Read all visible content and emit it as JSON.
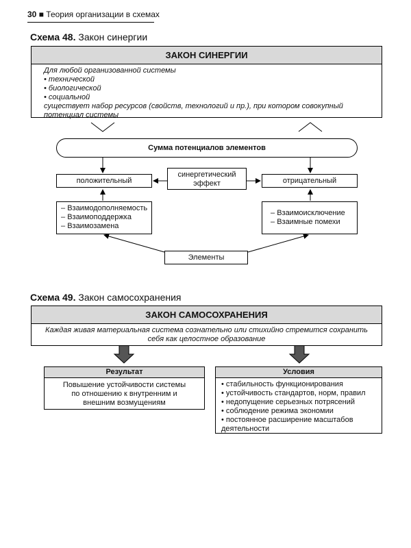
{
  "page_header": {
    "number": "30",
    "title": "Теория организации в схемах"
  },
  "scheme48": {
    "label": "Схема 48.",
    "title": "Закон синергии",
    "law_title": "ЗАКОН СИНЕРГИИ",
    "intro": "Для любой организованной системы",
    "system_types": [
      "технической",
      "биологической",
      "социальной"
    ],
    "conclusion": "существует набор ресурсов (свойств, технологий и пр.), при котором совокупный потенциал системы",
    "sum_label": "Сумма потенциалов элементов",
    "positive": "положительный",
    "negative": "отрицательный",
    "effect": "синергетический эффект",
    "positive_items": [
      "Взаимодополняемость",
      "Взаимоподдержка",
      "Взаимозамена"
    ],
    "negative_items": [
      "Взаимоисключение",
      "Взаимные помехи"
    ],
    "elements": "Элементы"
  },
  "scheme49": {
    "label": "Схема 49.",
    "title": "Закон самосохранения",
    "law_title": "ЗАКОН САМОСОХРАНЕНИЯ",
    "statement": "Каждая живая материальная система сознательно или стихийно стремится сохранить себя как целостное образование",
    "result_label": "Результат",
    "result_text": "Повышение устойчивости системы по отношению к внутренним и внешним возмущениям",
    "conditions_label": "Условия",
    "conditions": [
      "стабильность функционирования",
      "устойчивость стандартов, норм, правил",
      "недопущение серьезных потрясений",
      "соблюдение режима экономии",
      "постоянное расширение масштабов деятельности"
    ]
  }
}
